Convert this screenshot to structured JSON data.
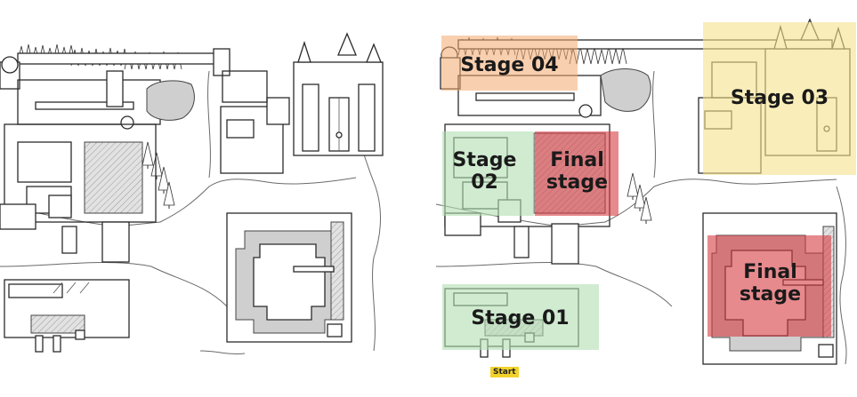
{
  "stages": {
    "stage_04": "Stage 04",
    "stage_03": "Stage 03",
    "stage_02": "Stage 02",
    "stage_01": "Stage 01",
    "final_stage": "Final stage",
    "start": "Start"
  },
  "colors": {
    "stage_04": "#f4c7a5",
    "stage_03": "#f7e9a8",
    "stage_02": "#cfe9cf",
    "stage_01": "#cfe9cf",
    "final_stage": "#d9555a",
    "start": "#f2d22a"
  }
}
